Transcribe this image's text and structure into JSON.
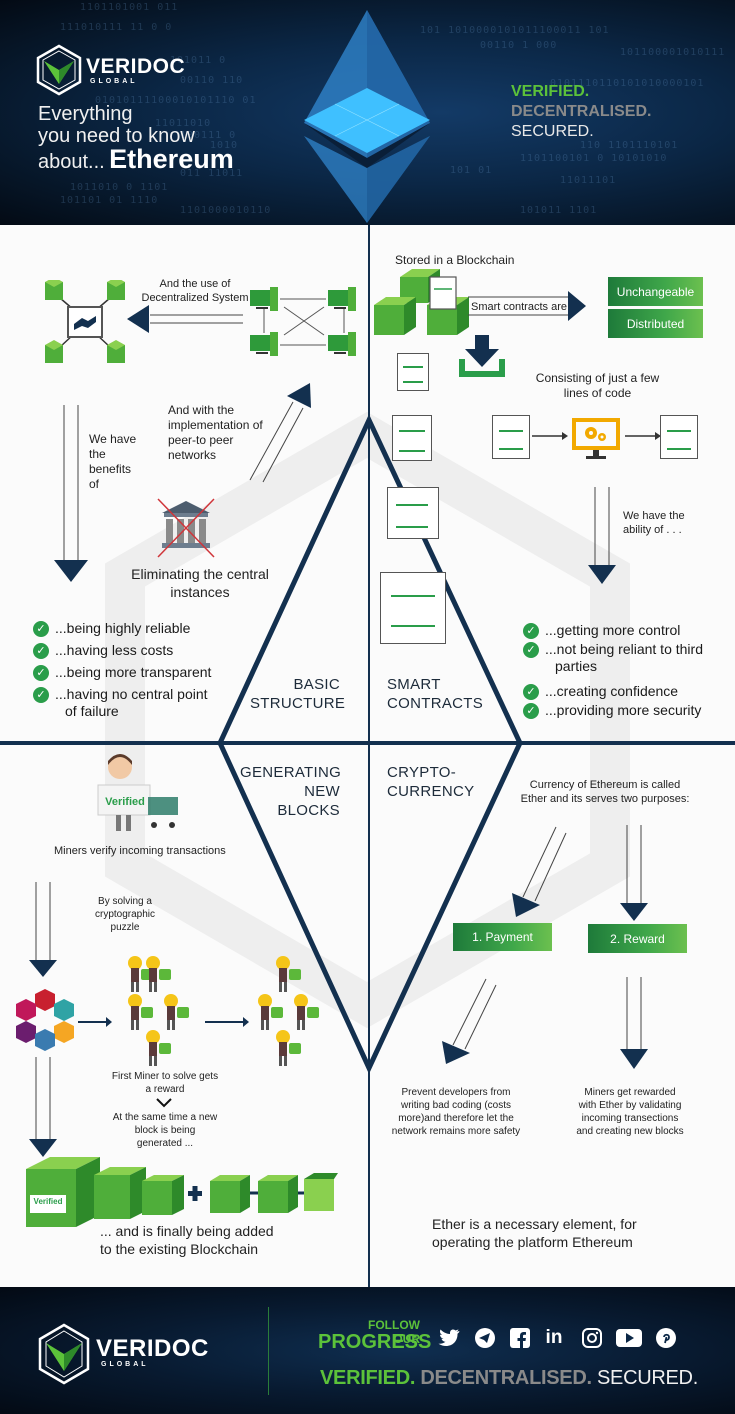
{
  "header": {
    "brand": {
      "name": "VERIDOC",
      "sub": "GLOBAL"
    },
    "tagline": {
      "line1": "Everything",
      "line2": "you need to know",
      "line3_prefix": "about...",
      "line3_emph": "Ethereum"
    },
    "motto": {
      "verified": "VERIFIED.",
      "decentralised": "DECENTRALISED.",
      "secured": "SECURED."
    },
    "binary_rows": [
      "1101101001  011",
      "111010111  11  0  0",
      "101011  0",
      "00110   110",
      "01010111100010101110  01",
      "11011010",
      "100111  0",
      "1010",
      "011   11011",
      "1011010  0  1101",
      "101101   01   1110",
      "1101000010110",
      "101  1010000101011100011  101",
      "00110   1   000",
      "101100001010111",
      "0101110110101010000101",
      "110   1101110101",
      "1101100101  0  10101010",
      "101  01",
      "11011101",
      "101011  1101"
    ]
  },
  "quadrants": {
    "basic_structure": {
      "label_line1": "BASIC",
      "label_line2": "STRUCTURE",
      "decentralized_text_line1": "And the use of",
      "decentralized_text_line2": "Decentralized System",
      "peer_text": [
        "And with the",
        "implementation of",
        "peer-to peer",
        "networks"
      ],
      "benefits_text": [
        "We have",
        "the",
        "benefits",
        "of"
      ],
      "eliminating_text_line1": "Eliminating the central",
      "eliminating_text_line2": "instances",
      "benefits": [
        {
          "line1": "...being highly reliable",
          "line2": ""
        },
        {
          "line1": "...having less costs",
          "line2": ""
        },
        {
          "line1": "...being more transparent",
          "line2": ""
        },
        {
          "line1": "...having no central point",
          "line2": "of failure"
        }
      ]
    },
    "smart_contracts": {
      "label_line1": "SMART",
      "label_line2": "CONTRACTS",
      "stored_text": "Stored in a Blockchain",
      "are_text": "Smart contracts are",
      "properties": [
        "Unchangeable",
        "Distributed"
      ],
      "consisting_line1": "Consisting of just a few",
      "consisting_line2": "lines of code",
      "ability_line1": "We have the",
      "ability_line2": "ability of . . .",
      "abilities": [
        {
          "line1": "...getting more control",
          "line2": ""
        },
        {
          "line1": "...not being reliant to third",
          "line2": "parties"
        },
        {
          "line1": "...creating confidence",
          "line2": ""
        },
        {
          "line1": "...providing more security",
          "line2": ""
        }
      ]
    },
    "generating_blocks": {
      "label_line1": "GENERATING",
      "label_line2": "NEW",
      "label_line3": "BLOCKS",
      "verified_sign": "Verified",
      "miners_verify": "Miners verify incoming transactions",
      "solving_text": [
        "By solving a",
        "cryptographic",
        "puzzle"
      ],
      "first_miner_text": [
        "First Miner to solve gets",
        "a reward"
      ],
      "same_time_text": [
        "At the same time a new",
        "block is being",
        "generated ..."
      ],
      "verified_small": "Verified",
      "finally_added_line1": "... and is finally being added",
      "finally_added_line2": "to the existing Blockchain"
    },
    "cryptocurrency": {
      "label_line1": "CRYPTO-",
      "label_line2": "CURRENCY",
      "intro_line1": "Currency of Ethereum is called",
      "intro_line2": "Ether and its serves two purposes:",
      "purposes": [
        "1. Payment",
        "2. Reward"
      ],
      "payment_desc": [
        "Prevent developers from",
        "writing bad coding (costs",
        "more)and therefore let the",
        "network remains more safety"
      ],
      "reward_desc": [
        "Miners get rewarded",
        "with Ether by validating",
        "incoming transections",
        "and creating new blocks"
      ],
      "conclusion_line1": "Ether is a necessary element, for",
      "conclusion_line2": "operating the platform Ethereum"
    }
  },
  "footer": {
    "brand": {
      "name": "VERIDOC",
      "sub": "GLOBAL"
    },
    "follow_line1": "FOLLOW OUR",
    "follow_line2": "PROGRESS",
    "social_icons": [
      "twitter-icon",
      "telegram-icon",
      "facebook-icon",
      "linkedin-icon",
      "instagram-icon",
      "youtube-icon",
      "pinterest-icon"
    ],
    "social_glyphs": [
      "🐦",
      "✈",
      "f",
      "in",
      "◎",
      "▶",
      "P"
    ],
    "motto": {
      "verified": "VERIFIED.",
      "decentralised": "DECENTRALISED.",
      "secured": "SECURED."
    }
  },
  "colors": {
    "navy": "#13304f",
    "green": "#2a9d4a",
    "light_green": "#6cc04f",
    "motto_green": "#5cc23a",
    "motto_grey": "#8a8a8a",
    "eth_blue": "#3fa9f5"
  }
}
